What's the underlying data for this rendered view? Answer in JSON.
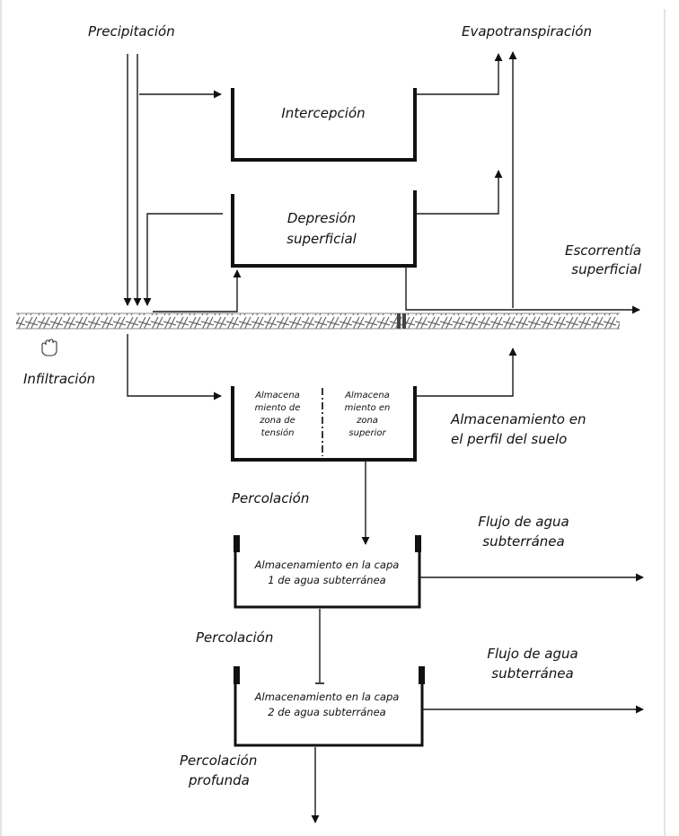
{
  "labels": {
    "precipitation": "Precipitación",
    "evapotranspiration": "Evapotranspiración",
    "interception": "Intercepción",
    "depression_1": "Depresión",
    "depression_2": "superficial",
    "runoff_1": "Escorrentía",
    "runoff_2": "superficial",
    "infiltration": "Infiltración",
    "tension_1": "Almacena",
    "tension_2": "miento de",
    "tension_3": "zona de",
    "tension_4": "tensión",
    "upper_1": "Almacena",
    "upper_2": "miento en",
    "upper_3": "zona",
    "upper_4": "superior",
    "soil_1": "Almacenamiento en",
    "soil_2": "el perfil del suelo",
    "percolation_1": "Percolación",
    "gw_flow1_1": "Flujo de agua",
    "gw_flow1_2": "subterránea",
    "gw1_1": "Almacenamiento en la capa",
    "gw1_2": "1 de agua subterránea",
    "percolation_2": "Percolación",
    "gw_flow2_1": "Flujo de agua",
    "gw_flow2_2": "subterránea",
    "gw2_1": "Almacenamiento en la capa",
    "gw2_2": "2 de agua subterránea",
    "deep_1": "Percolación",
    "deep_2": "profunda"
  },
  "icons": {
    "cursor": "hand-cursor-icon"
  }
}
